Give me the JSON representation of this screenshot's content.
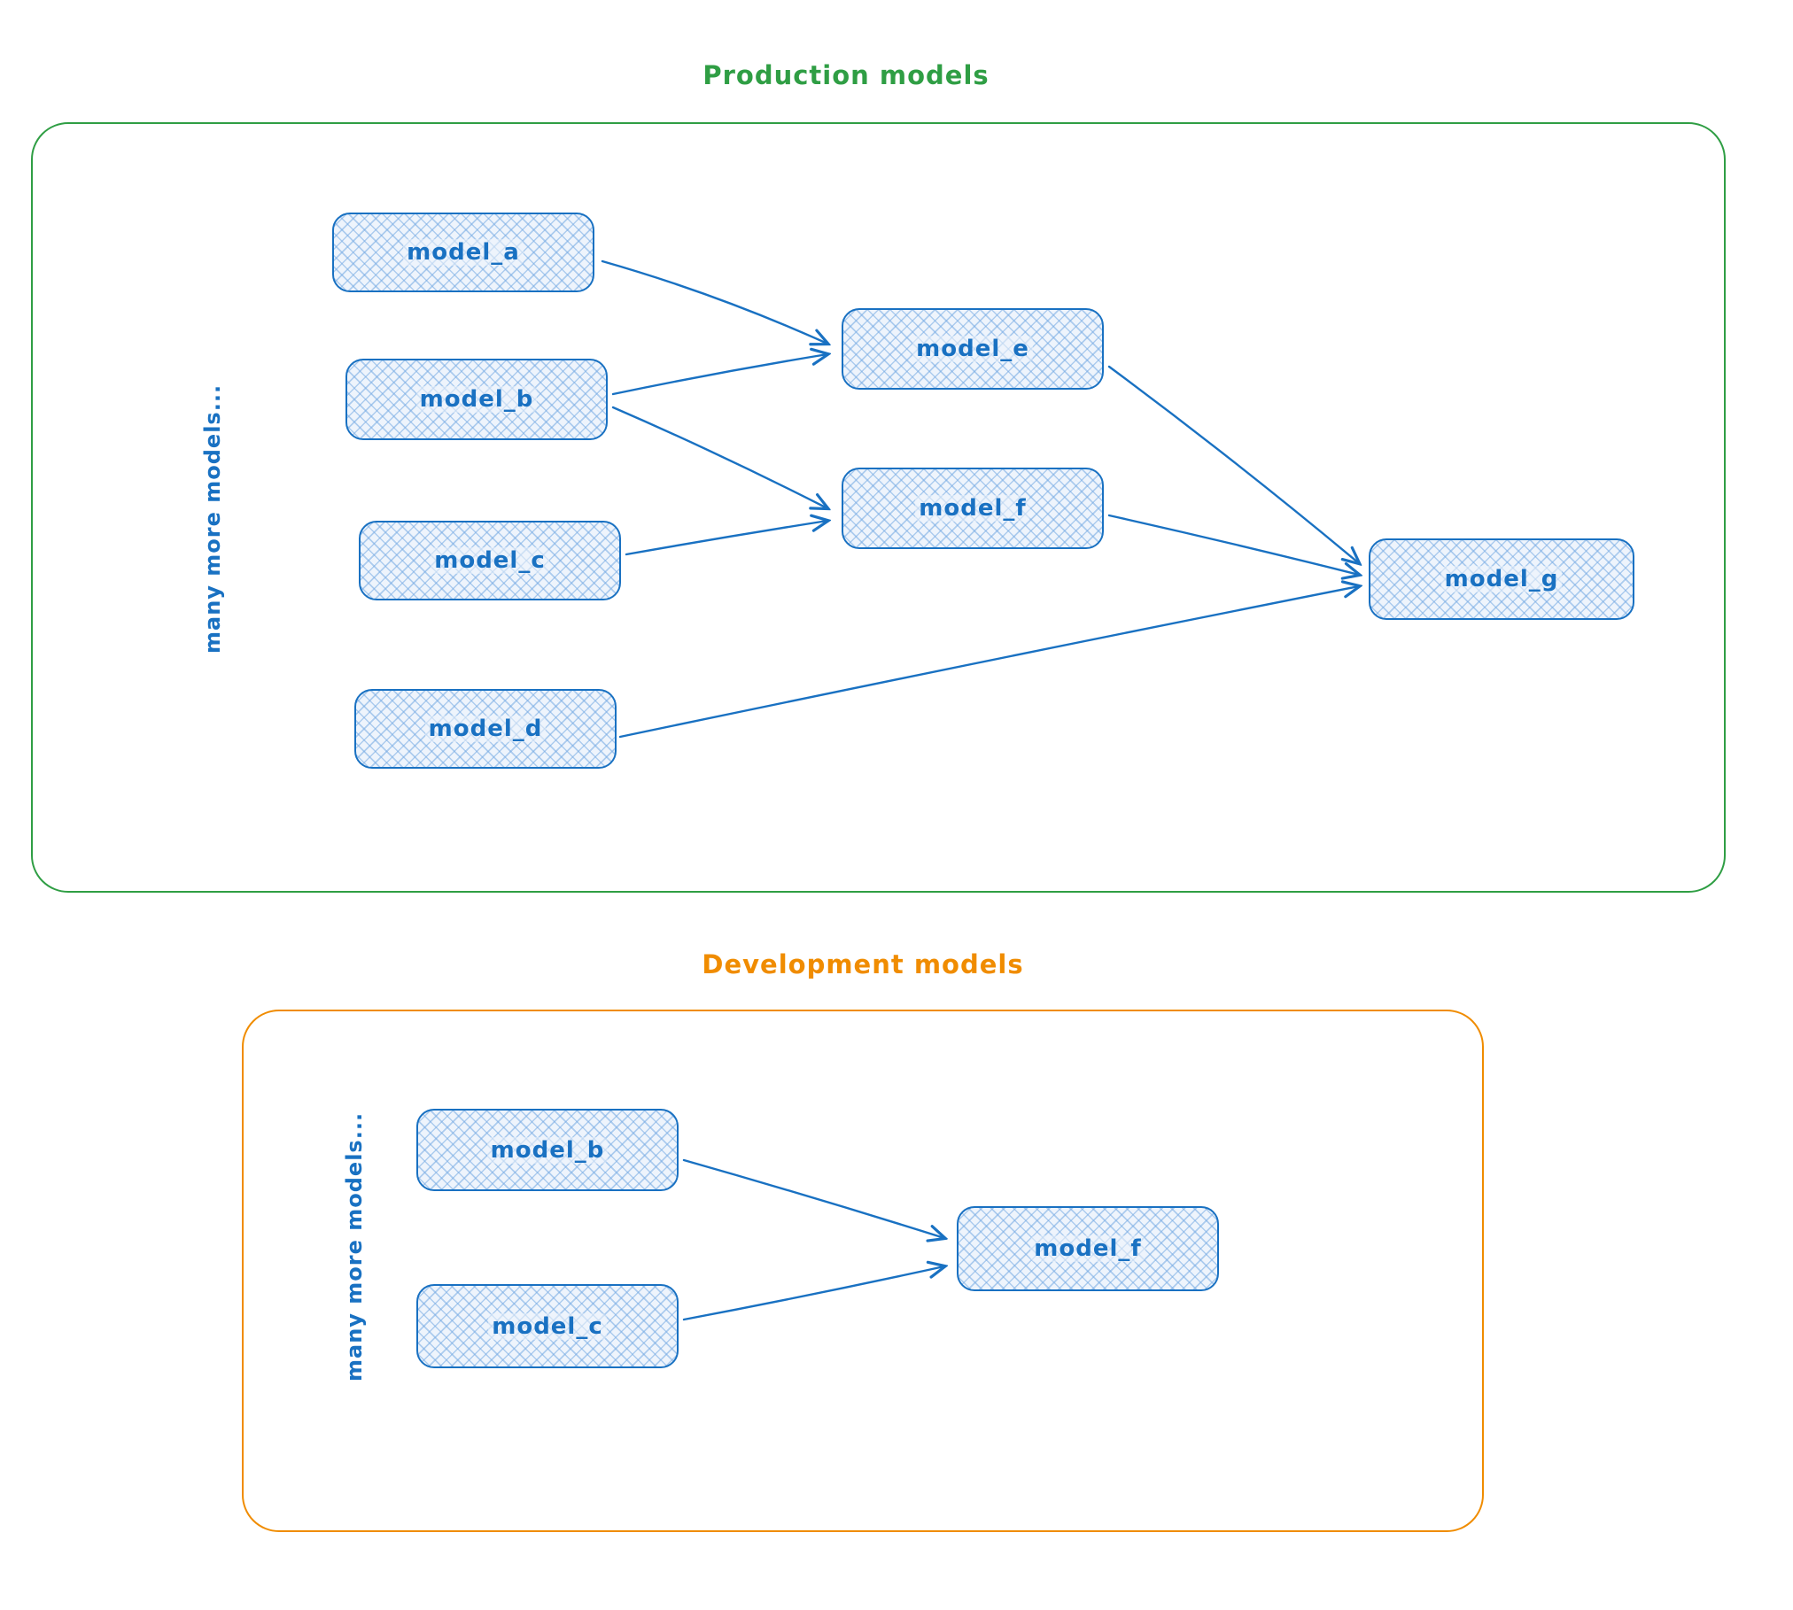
{
  "production": {
    "title": "Production models",
    "side_label": "many more models...",
    "accent_color": "#2f9e44",
    "nodes": {
      "model_a": "model_a",
      "model_b": "model_b",
      "model_c": "model_c",
      "model_d": "model_d",
      "model_e": "model_e",
      "model_f": "model_f",
      "model_g": "model_g"
    },
    "edges": [
      {
        "from": "model_a",
        "to": "model_e"
      },
      {
        "from": "model_b",
        "to": "model_e"
      },
      {
        "from": "model_b",
        "to": "model_f"
      },
      {
        "from": "model_c",
        "to": "model_f"
      },
      {
        "from": "model_e",
        "to": "model_g"
      },
      {
        "from": "model_f",
        "to": "model_g"
      },
      {
        "from": "model_d",
        "to": "model_g"
      }
    ]
  },
  "development": {
    "title": "Development models",
    "side_label": "many more models...",
    "accent_color": "#f08c00",
    "nodes": {
      "model_b": "model_b",
      "model_c": "model_c",
      "model_f": "model_f"
    },
    "edges": [
      {
        "from": "model_b",
        "to": "model_f"
      },
      {
        "from": "model_c",
        "to": "model_f"
      }
    ]
  },
  "colors": {
    "node_stroke": "#1971c2",
    "node_fill": "#eef4fc",
    "production_accent": "#2f9e44",
    "development_accent": "#f08c00"
  }
}
